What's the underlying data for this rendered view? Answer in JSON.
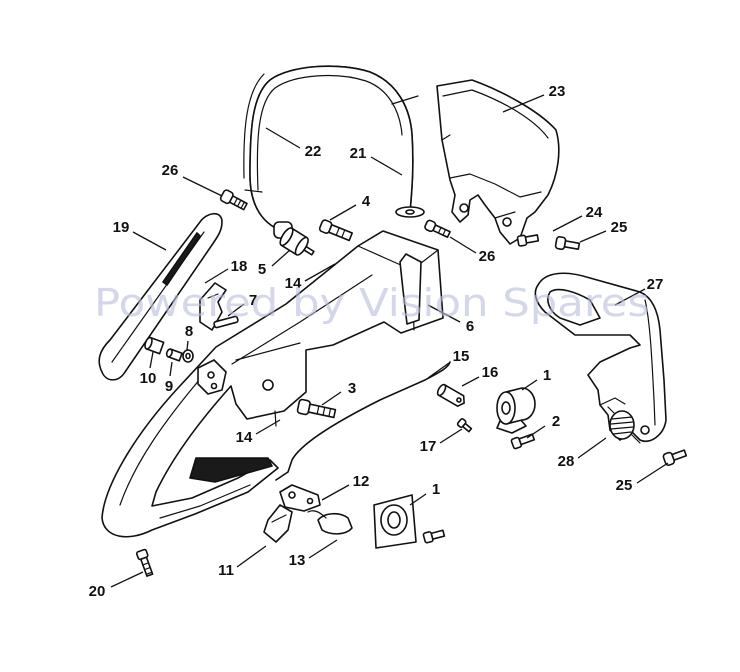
{
  "watermark": "Powered by Vision Spares",
  "callouts": [
    "23",
    "22",
    "21",
    "26",
    "4",
    "19",
    "18",
    "5",
    "14",
    "6",
    "7",
    "8",
    "10",
    "9",
    "15",
    "3",
    "16",
    "1",
    "2",
    "17",
    "14",
    "28",
    "24",
    "25",
    "26",
    "27",
    "25",
    "12",
    "1",
    "11",
    "13",
    "20"
  ]
}
